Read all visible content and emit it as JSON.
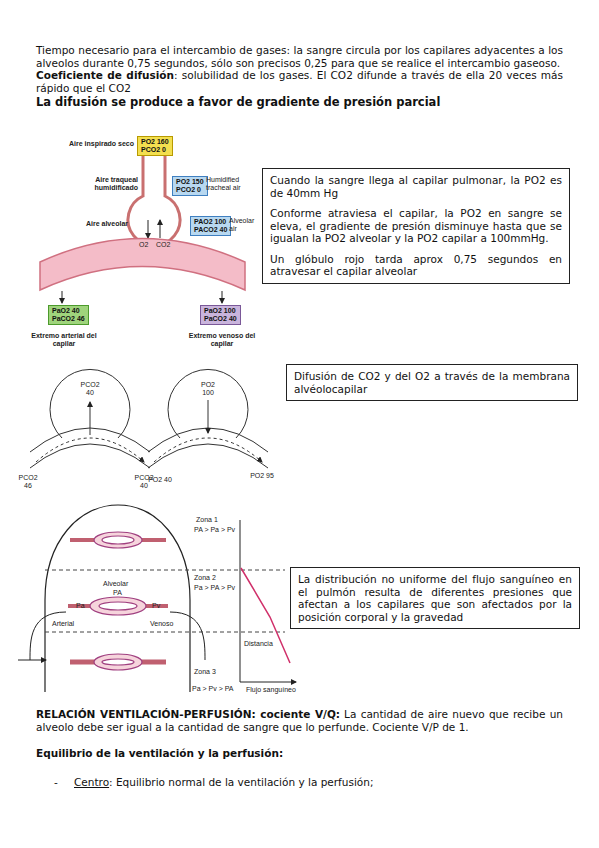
{
  "diagram": {
    "nodes": [
      {
        "text": [
          "PO2 160",
          "PCO2 0"
        ]
      },
      {
        "text": [
          "PO2 150",
          "PCO2 0"
        ]
      },
      {
        "text": [
          "Cuando la sangre llega al capilar pulmonar, la PO2 es de 40mm Hg",
          "Conforme atraviesa el capilar, la PO2 en sangre se eleva, el gradiente de presión disminuye hasta que se igualan la PO2 alveolar y la PO2 capilar a 100mmHg.",
          "Un glóbulo rojo tarda aprox 0,75 segundos en atravesar el capilar alveolar"
        ]
      },
      {
        "text": [
          "PAO2 100",
          "PACO2 40"
        ]
      },
      {
        "text": [
          "PaO2 40",
          "PaCO2 46"
        ]
      },
      {
        "text": [
          "PaO2 100",
          "PaCO2 40"
        ]
      },
      {
        "text": [
          "Difusión de CO2 y del O2 a través de la membrana alvéolocapilar"
        ]
      },
      {
        "text": [
          "La distribución no uniforme del flujo sanguíneo en el pulmón resulta de diferentes presiones que afectan a los capilares que son afectados por la posición corporal y la gravedad"
        ]
      }
    ],
    "labels": [
      "Tiempo necesario para el intercambio de gases: la sangre circula por los capilares adyacentes a los alveolos durante 0,75 segundos, sólo son precisos 0,25 para que se realice el intercambio gaseoso.",
      "Coeficiente de difusión",
      ": solubilidad de los gases. El CO2 difunde a través de ella 20 veces más rápido que el CO2",
      "La difusión se produce a favor de gradiente de presión parcial",
      "Aire inspirado seco",
      "Aire traqueal humidificado",
      "Humidified tracheal air",
      "Aire alveolar",
      "Alveolar air",
      "O2",
      "CO2",
      "Extremo arterial del capilar",
      "Extremo venoso del capilar",
      "PCO2 40",
      "PCO2 46",
      "PCO2 40",
      "PO2 100",
      "PO2 40",
      "PO2 95",
      "Zona 1",
      "PA > Pa > Pv",
      "Zona 2",
      "Pa > PA > Pv",
      "Zona 3",
      "Pa > Pv > PA",
      "Alveolar",
      "PA",
      "Pa",
      "Pv",
      "Arterial",
      "Venoso",
      "Distancia",
      "Flujo sanguíneo",
      "RELACIÓN VENTILACIÓN-PERFUSIÓN: cociente V/Q:",
      "La cantidad de aire nuevo que recibe un alveolo debe ser igual a la cantidad de sangre que lo perfunde. Cociente V/P de 1.",
      "Equilibrio de la ventilación y la perfusión:",
      "-",
      "Centro",
      ": Equilibrio normal de la ventilación y la perfusión;"
    ]
  }
}
